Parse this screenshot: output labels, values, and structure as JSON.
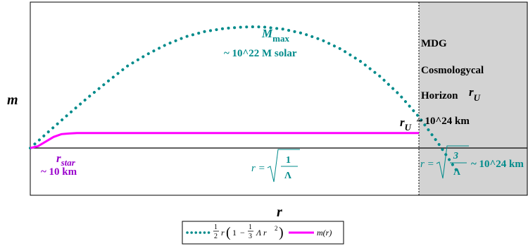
{
  "chart_data": {
    "type": "line",
    "title": "",
    "xlabel": "r",
    "ylabel": "m",
    "grid": false,
    "legend_position": "bottom-center",
    "colors": {
      "mass_curve": "#008B8B",
      "m_of_r": "#FF00FF",
      "star_label": "#9900CC",
      "region": "#D3D3D3",
      "axis": "#000000"
    },
    "x_range": [
      0,
      1.15
    ],
    "y_range": [
      -0.21,
      0.53
    ],
    "series": [
      {
        "name": "½ r (1 − ⅓ Λ r²)",
        "style": "dotted",
        "x": [
          0,
          0.05,
          0.1,
          0.15,
          0.2,
          0.25,
          0.3,
          0.35,
          0.4,
          0.45,
          0.5,
          0.55,
          0.577,
          0.6,
          0.65,
          0.7,
          0.75,
          0.8,
          0.85,
          0.9,
          0.95,
          1.0,
          1.05,
          1.1,
          1.15
        ],
        "values": [
          0,
          0.075,
          0.149,
          0.221,
          0.289,
          0.355,
          0.405,
          0.448,
          0.482,
          0.505,
          0.518,
          0.524,
          0.525,
          0.524,
          0.515,
          0.497,
          0.468,
          0.428,
          0.375,
          0.31,
          0.231,
          0.135,
          0.02,
          -0.105,
          -0.24
        ]
      },
      {
        "name": "m(r)",
        "style": "solid",
        "x": [
          0,
          0.02,
          0.04,
          0.06,
          0.08,
          0.1,
          0.12,
          1.0
        ],
        "values": [
          0,
          0.008,
          0.028,
          0.048,
          0.06,
          0.063,
          0.065,
          0.065
        ]
      }
    ],
    "annotations": {
      "mmax_main": "M",
      "mmax_sub": "max",
      "mmax_value": "~ 10^22 M solar",
      "rstar_main": "r",
      "rstar_sub": "star",
      "rstar_value": "~ 10 km",
      "r_lambda_lhs": "r =",
      "r_lambda_num": "1",
      "r_lambda_den": "Λ",
      "r3_lhs": "r =",
      "r3_num": "3",
      "r3_den": "Λ",
      "r3_value": "~ 10^24 km",
      "ru_main": "r",
      "ru_sub": "U",
      "ru_value": "~ 10^24 km",
      "horizon_line1": "MDG",
      "horizon_line2": "Cosmologycal",
      "horizon_line3": "Horizon",
      "horizon_r_main": "r",
      "horizon_r_sub": "U"
    },
    "legend": {
      "half": "1",
      "half_den": "2",
      "r": "r",
      "one": "1",
      "minus": "−",
      "third_num": "1",
      "third_den": "3",
      "lambda_r": "Λ r",
      "sq": "2",
      "m_r": "m(r)"
    }
  }
}
